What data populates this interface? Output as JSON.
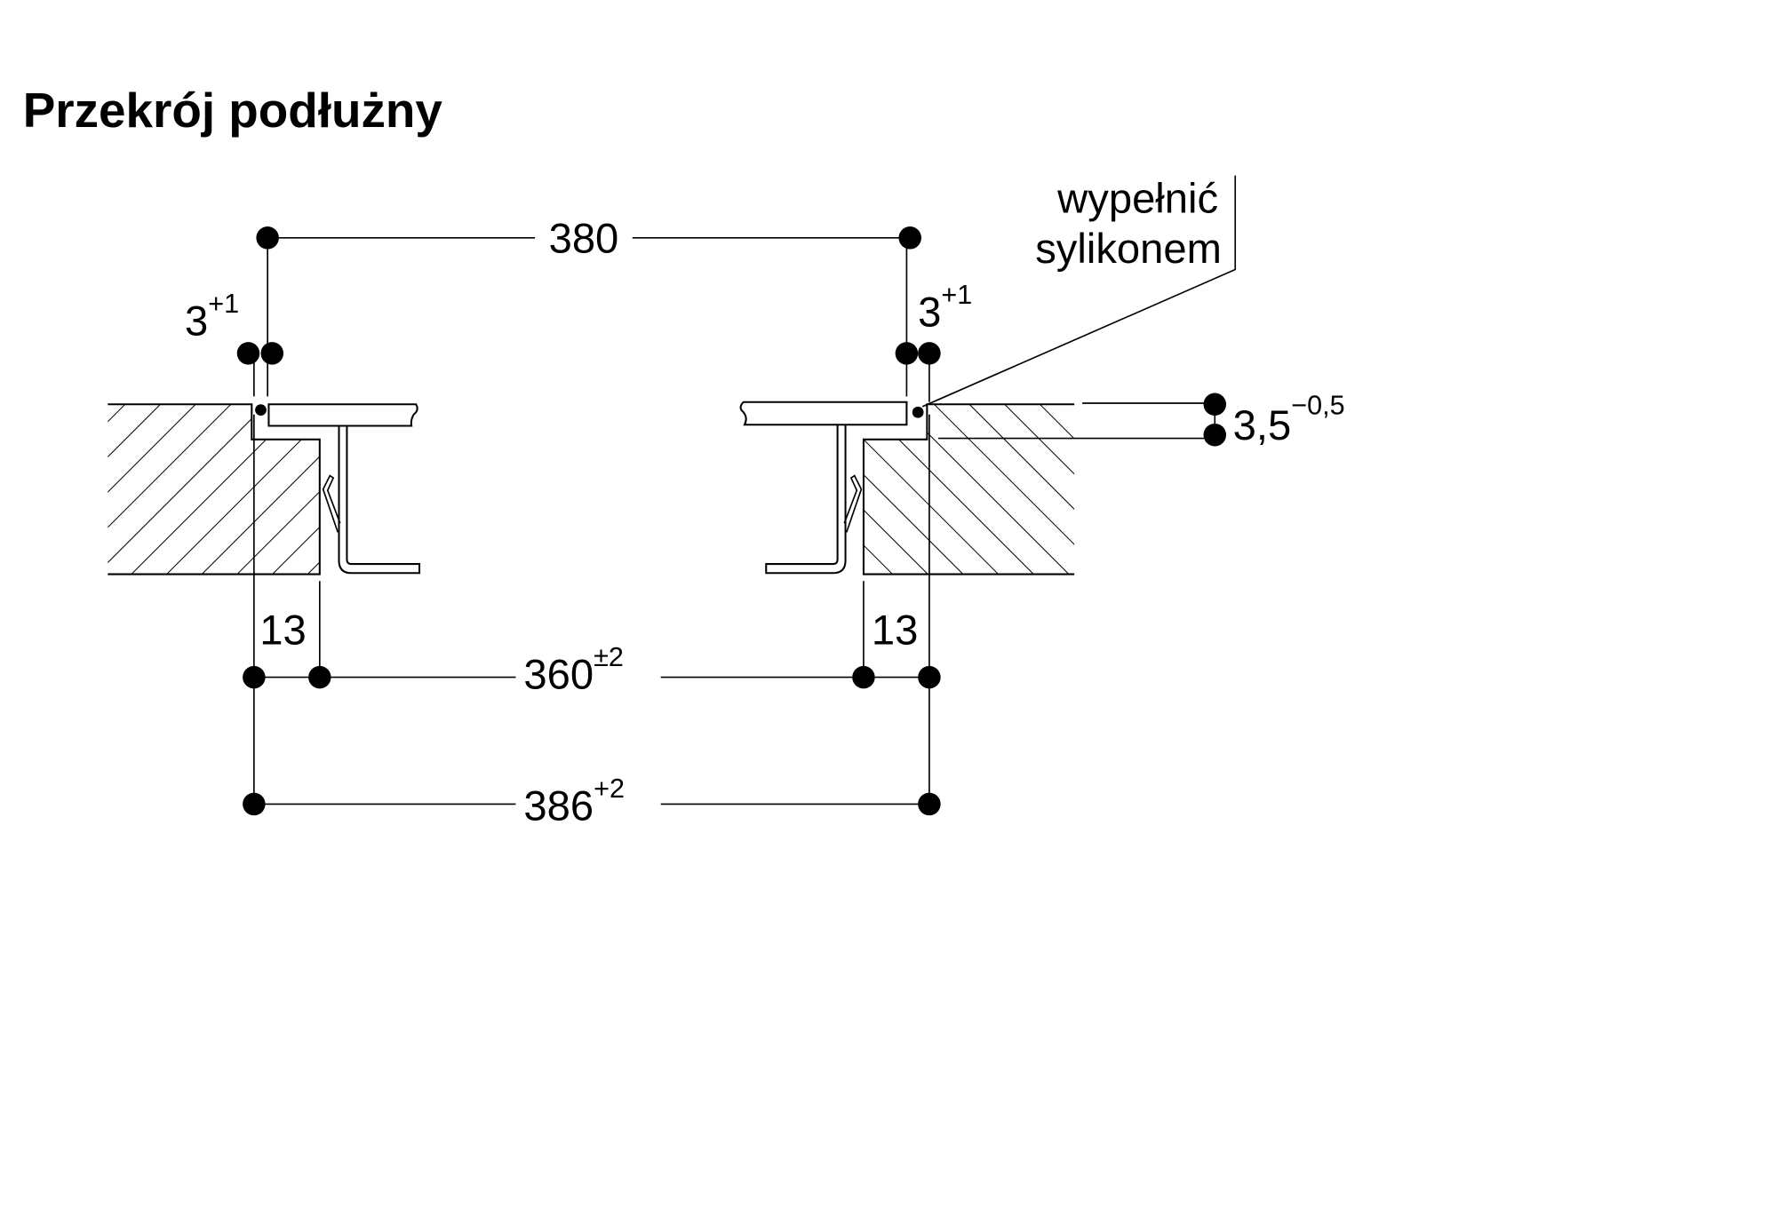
{
  "title": "Przekrój podłużny",
  "dimensions": {
    "top_width": "380",
    "gap_left": {
      "value": "3",
      "tolerance": "+1"
    },
    "gap_right": {
      "value": "3",
      "tolerance": "+1"
    },
    "recess_depth": {
      "value": "3,5",
      "tolerance": "−0,5"
    },
    "ledge_left": "13",
    "ledge_right": "13",
    "cutout_width": {
      "value": "360",
      "tolerance": "±2"
    },
    "recess_width": {
      "value": "386",
      "tolerance": "+2"
    }
  },
  "annotation": {
    "line1": "wypełnić",
    "line2": "sylikonem"
  }
}
